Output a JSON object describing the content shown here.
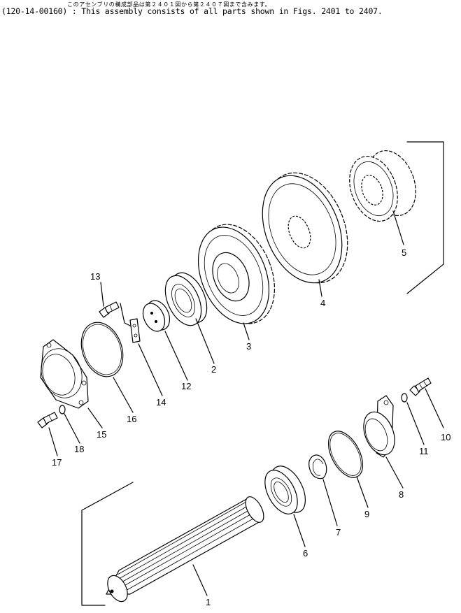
{
  "header": {
    "note_ja": "このアセンブリの構成部品は第２４０１図から第２４０７図まで含みます。",
    "note_en": "(120-14-00160) : This assembly consists of all parts shown in Figs. 2401 to 2407."
  },
  "callouts": {
    "c1": "1",
    "c2": "2",
    "c3": "3",
    "c4": "4",
    "c5": "5",
    "c6": "6",
    "c7": "7",
    "c8": "8",
    "c9": "9",
    "c10": "10",
    "c11": "11",
    "c12": "12",
    "c13": "13",
    "c14": "14",
    "c15": "15",
    "c16": "16",
    "c17": "17",
    "c18": "18"
  }
}
